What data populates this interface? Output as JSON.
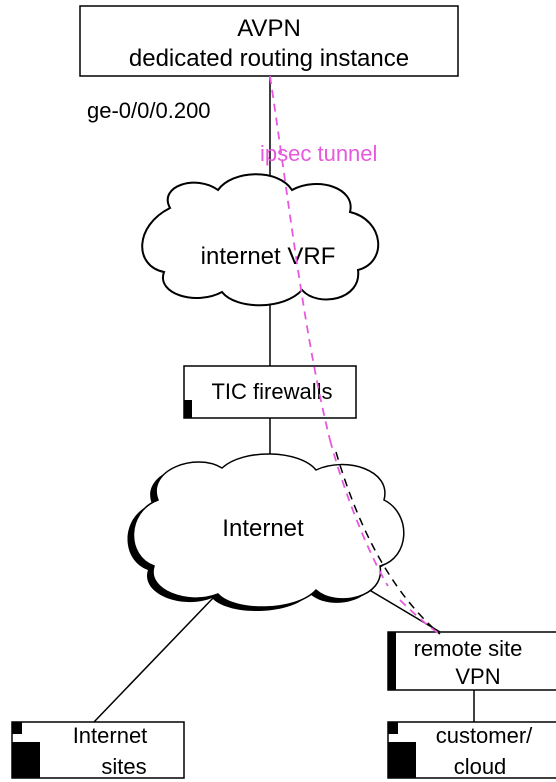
{
  "diagram": {
    "avpn_box": {
      "line1": "AVPN",
      "line2": "dedicated routing instance"
    },
    "interface_label": "ge-0/0/0.200",
    "tunnel_label": "ipsec tunnel",
    "internet_vrf_cloud": "internet VRF",
    "tic_firewalls_box": "TIC firewalls",
    "internet_cloud": "Internet",
    "remote_site_box": {
      "line1": "remote site",
      "line2": "VPN"
    },
    "internet_sites_box": {
      "line1": "Internet",
      "line2": "sites"
    },
    "customer_cloud_box": {
      "line1": "customer/",
      "line2": "cloud"
    },
    "colors": {
      "tunnel": "#e659dc",
      "line": "#000000",
      "background": "#ffffff"
    }
  }
}
